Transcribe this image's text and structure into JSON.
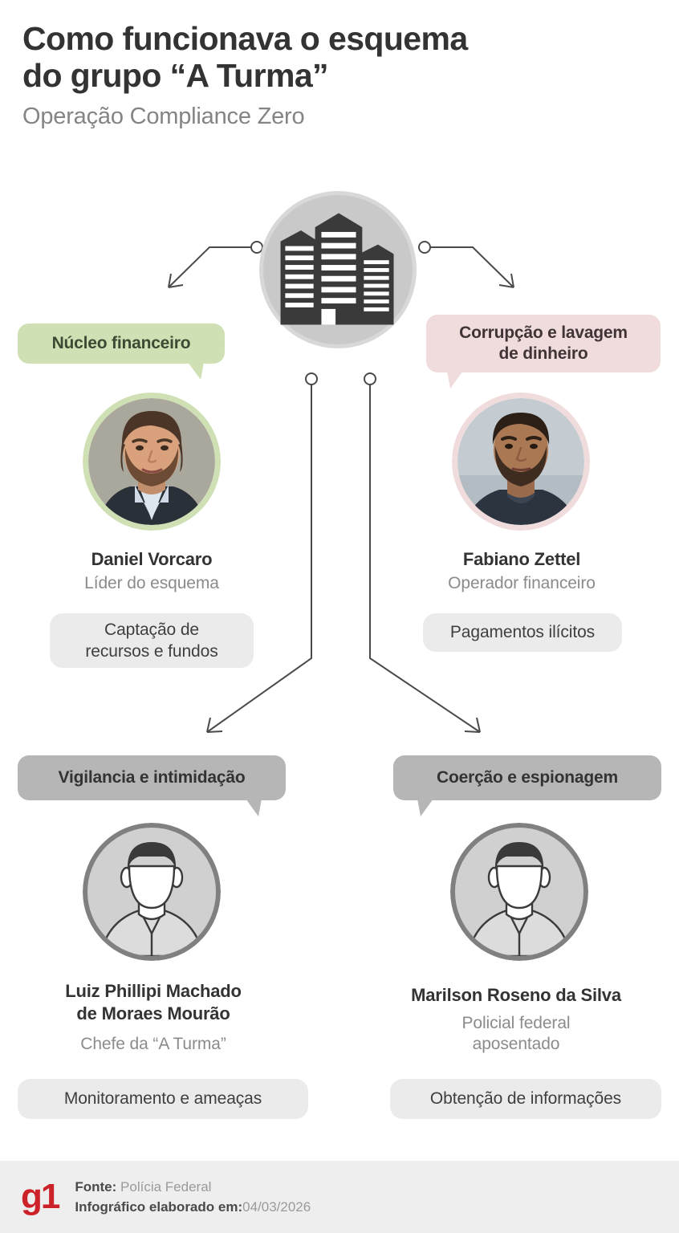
{
  "header": {
    "title_line1": "Como funcionava o esquema",
    "title_line2": "do grupo “A Turma”",
    "subtitle": "Operação Compliance Zero"
  },
  "root": {
    "icon": "office-buildings-icon"
  },
  "branches": {
    "left_badge": "Núcleo financeiro",
    "right_badge_line1": "Corrupção e lavagem",
    "right_badge_line2": "de dinheiro",
    "lower_left_badge": "Vigilancia e intimidação",
    "lower_right_badge": "Coerção e espionagem"
  },
  "people": [
    {
      "id": "daniel-vorcaro",
      "name": "Daniel Vorcaro",
      "role": "Líder do esquema",
      "action_line1": "Captação de",
      "action_line2": "recursos e fundos",
      "ring_color": "#cfe0b4",
      "avatar_type": "photo"
    },
    {
      "id": "fabiano-zettel",
      "name": "Fabiano Zettel",
      "role": "Operador financeiro",
      "action_line1": "Pagamentos ilícitos",
      "action_line2": "",
      "ring_color": "#f0dcdd",
      "avatar_type": "photo"
    },
    {
      "id": "luiz-phillipi-machado-de-moraes-mourao",
      "name_line1": "Luiz Phillipi Machado",
      "name_line2": "de Moraes Mourão",
      "role": "Chefe da “A Turma”",
      "action_line1": "Monitoramento e ameaças",
      "action_line2": "",
      "ring_color": "#808080",
      "avatar_type": "silhouette"
    },
    {
      "id": "marilson-roseno-da-silva",
      "name": "Marilson Roseno da Silva",
      "role_line1": "Policial federal",
      "role_line2": "aposentado",
      "action_line1": "Obtenção de informações",
      "action_line2": "",
      "ring_color": "#808080",
      "avatar_type": "silhouette"
    }
  ],
  "footer": {
    "logo": "g1",
    "source_label": "Fonte:",
    "source_value": "Polícia Federal",
    "date_label": "Infográfico elaborado em:",
    "date_value": "04/03/2026"
  },
  "colors": {
    "green": "#cfe0b4",
    "pink": "#f0dcdd",
    "gray_badge": "#b6b6b6",
    "chip": "#ebebeb",
    "brand_red": "#cc2229",
    "text_dark": "#333333",
    "text_muted": "#8b8b8b",
    "footer_bg": "#eeeeee"
  }
}
